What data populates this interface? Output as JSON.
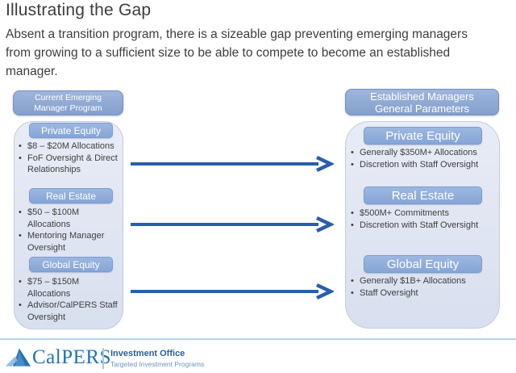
{
  "slide": {
    "title": "Illustrating the Gap",
    "subtitle": "Absent a transition program, there is a sizeable gap preventing emerging managers from growing to a sufficient size to be able to compete to become an established manager.",
    "subtitle_lines": {
      "0": "Absent a transition program, there is a sizeable gap preventing emerging managers",
      "1": "from growing to a sufficient size to be able to compete to become an established",
      "2": "manager."
    }
  },
  "left_panel": {
    "header": "Current Emerging Manager Program",
    "sections": [
      {
        "label": "Private Equity",
        "bullets": [
          "$8 – $20M Allocations",
          "FoF Oversight & Direct Relationships"
        ]
      },
      {
        "label": "Real Estate",
        "bullets": [
          "$50 – $100M Allocations",
          "Mentoring Manager Oversight"
        ]
      },
      {
        "label": "Global Equity",
        "bullets": [
          "$75 – $150M Allocations",
          "Advisor/CalPERS Staff Oversight"
        ]
      }
    ]
  },
  "right_panel": {
    "header": "Established Managers General Parameters",
    "sections": [
      {
        "label": "Private Equity",
        "bullets": [
          "Generally $350M+ Allocations",
          "Discretion with Staff Oversight"
        ]
      },
      {
        "label": "Real Estate",
        "bullets": [
          "$500M+ Commitments",
          "Discretion with Staff Oversight"
        ]
      },
      {
        "label": "Global Equity",
        "bullets": [
          "Generally $1B+ Allocations",
          "Staff Oversight"
        ]
      }
    ]
  },
  "arrows": {
    "count": 3,
    "direction": "right",
    "icon": "right-arrow-icon"
  },
  "footer": {
    "logo_text": "CalPERS",
    "office": "Investment Office",
    "program": "Targeted Investment Programs"
  },
  "colors": {
    "header_box": "#84a0cd",
    "section_pill": "#86a6d6",
    "panel_bg": "#dfe5f1",
    "arrow": "#2a5ea9",
    "body_text": "#3d3d3d",
    "logo_blue": "#2173b8",
    "footer_rule": "#b5d2ec"
  }
}
